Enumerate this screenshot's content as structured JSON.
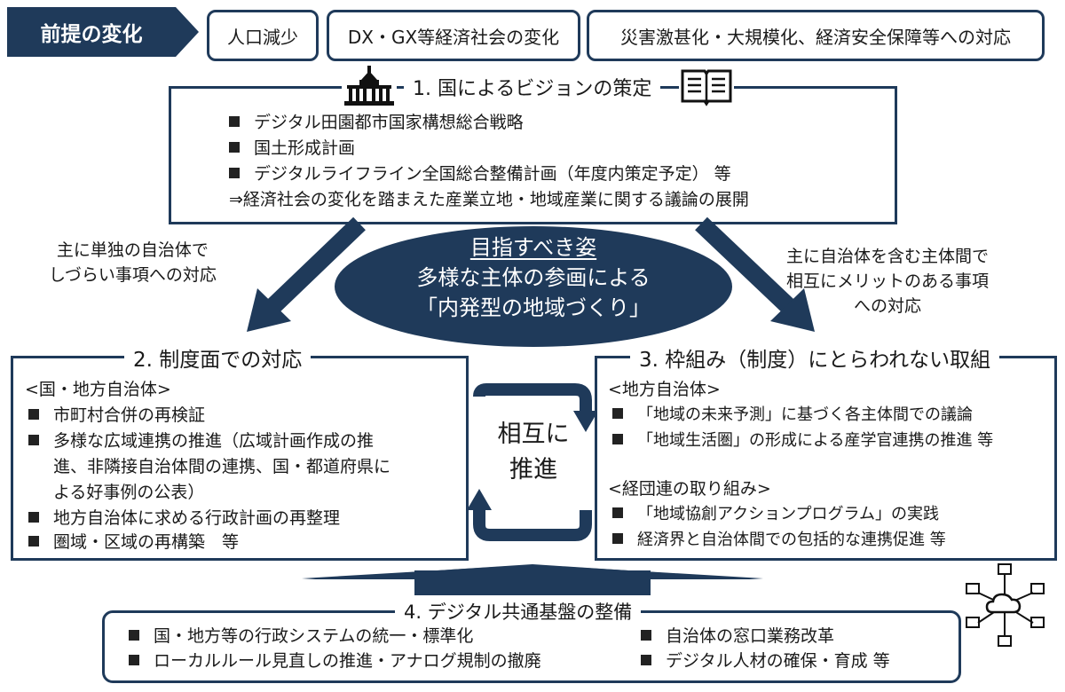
{
  "premise": {
    "label": "前提の変化",
    "items": [
      "人口減少",
      "DX・GX等経済社会の変化",
      "災害激甚化・大規模化、経済安全保障等への対応"
    ]
  },
  "section1": {
    "title": "1. 国によるビジョンの策定",
    "bullets": [
      "デジタル田園都市国家構想総合戦略",
      "国土形成計画",
      "デジタルライフライン全国総合整備計画（年度内策定予定） 等"
    ],
    "note": "⇒経済社会の変化を踏まえた産業立地・地域産業に関する議論の展開"
  },
  "side_left": [
    "主に単独の自治体で",
    "しづらい事項への対応"
  ],
  "side_right": [
    "主に自治体を含む主体間で",
    "相互にメリットのある事項",
    "への対応"
  ],
  "goal": {
    "heading": "目指すべき姿",
    "line1": "多様な主体の参画による",
    "line2": "「内発型の地域づくり」"
  },
  "section2": {
    "title": "2. 制度面での対応",
    "subheading": "<国・地方自治体>",
    "items": [
      {
        "lines": [
          "市町村合併の再検証"
        ]
      },
      {
        "lines": [
          "多様な広域連携の推進（広域計画作成の推",
          "進、非隣接自治体間の連携、国・都道府県に",
          "よる好事例の公表）"
        ]
      },
      {
        "lines": [
          "地方自治体に求める行政計画の再整理"
        ]
      },
      {
        "lines": [
          "圏域・区域の再構築　等"
        ]
      }
    ]
  },
  "center": {
    "line1": "相互に",
    "line2": "推進"
  },
  "section3": {
    "title": "3. 枠組み（制度）にとらわれない取組",
    "group1": {
      "heading": "<地方自治体>",
      "items": [
        "「地域の未来予測」に基づく各主体間での議論",
        "「地域生活圏」の形成による産学官連携の推進 等"
      ]
    },
    "group2": {
      "heading": "<経団連の取り組み>",
      "items": [
        "「地域協創アクションプログラム」の実践",
        "経済界と自治体間での包括的な連携促進 等"
      ]
    }
  },
  "section4": {
    "title": "4. デジタル共通基盤の整備",
    "col1": [
      "国・地方等の行政システムの統一・標準化",
      "ローカルルール見直しの推進・アナログ規制の撤廃"
    ],
    "col2": [
      "自治体の窓口業務改革",
      "デジタル人材の確保・育成 等"
    ]
  },
  "colors": {
    "navy": "#1f3a5a",
    "text": "#1a1a1a"
  },
  "icons": [
    "parliament-icon",
    "book-icon",
    "network-cloud-icon"
  ]
}
